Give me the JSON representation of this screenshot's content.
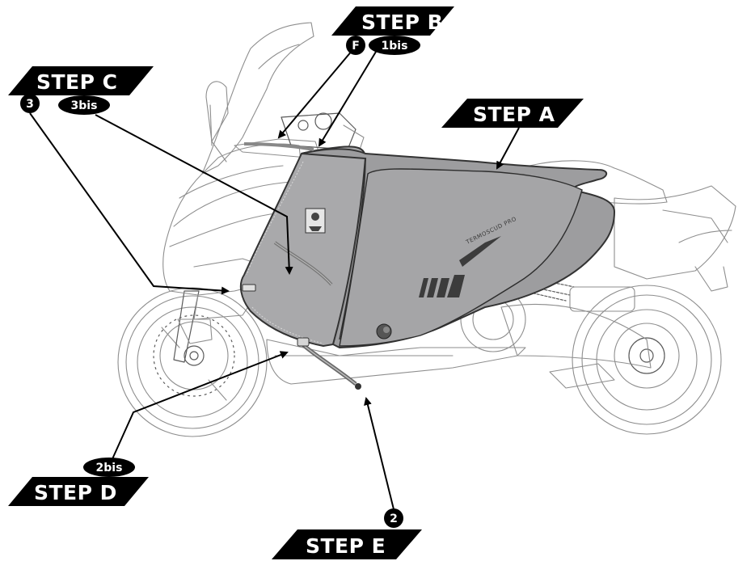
{
  "colors": {
    "label_background": "#000000",
    "label_text": "#ffffff",
    "cover_fill": "#a9a9ab",
    "cover_panel": "#9c9c9e",
    "line_drawing": "#8e8e8e"
  },
  "product": {
    "brand_text": "TERMOSCUD PRO"
  },
  "steps": {
    "a": {
      "label": "STEP A"
    },
    "b": {
      "label": "STEP B",
      "badges": [
        "F",
        "1bis"
      ]
    },
    "c": {
      "label": "STEP C",
      "badges": [
        "3",
        "3bis"
      ]
    },
    "d": {
      "label": "STEP D",
      "badges": [
        "2bis"
      ]
    },
    "e": {
      "label": "STEP E",
      "badges": [
        "2"
      ]
    }
  },
  "icons": {
    "arrow": "arrowhead-icon",
    "buckle": "buckle-icon",
    "strap": "strap-icon",
    "logo": "tucano-logo-icon"
  }
}
